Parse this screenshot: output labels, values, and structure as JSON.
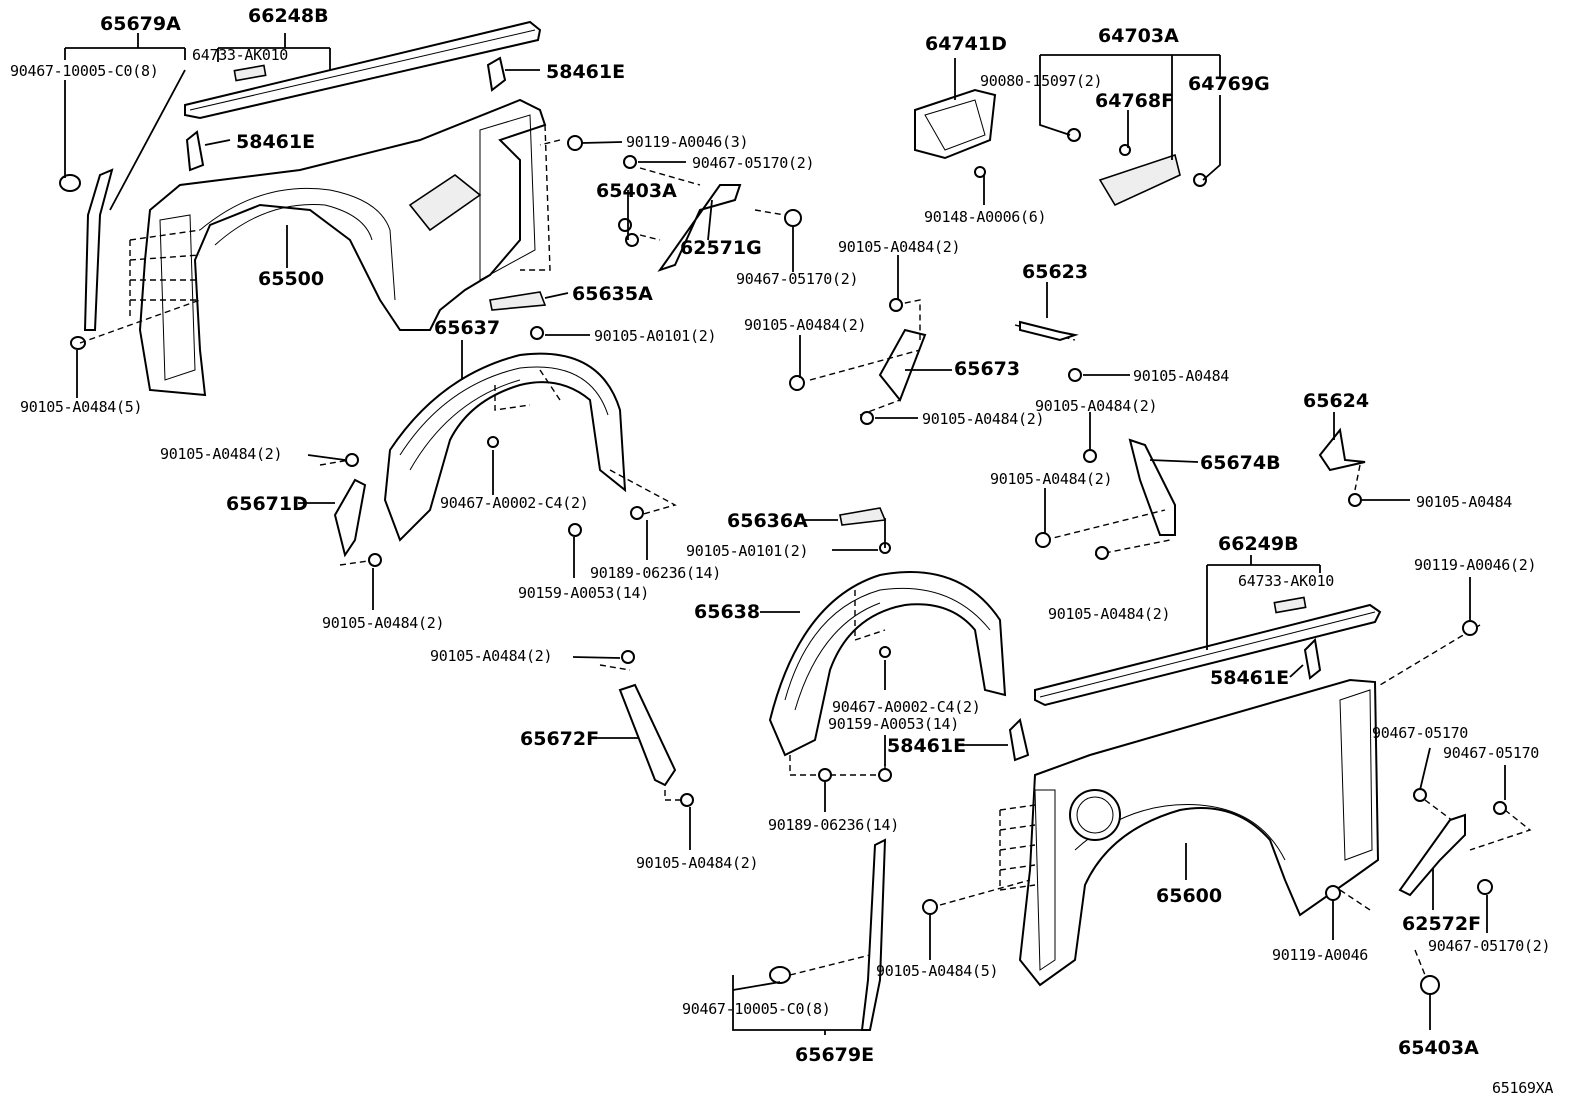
{
  "diagram_id": "65169XA",
  "labels": {
    "p65679A": "65679A",
    "p90467_10005_top": "90467-10005-C0(8)",
    "p66248B": "66248B",
    "p64733_top": "64733-AK010",
    "p58461E_a": "58461E",
    "p58461E_b": "58461E",
    "p90119_3": "90119-A0046(3)",
    "p90467_05170_top": "90467-05170(2)",
    "p65403A_top": "65403A",
    "p62571G": "62571G",
    "p90467_05170_b": "90467-05170(2)",
    "p65500": "65500",
    "p90105_5_left": "90105-A0484(5)",
    "p64741D": "64741D",
    "p64703A": "64703A",
    "p90080": "90080-15097(2)",
    "p64768F": "64768F",
    "p64769G": "64769G",
    "p90148": "90148-A0006(6)",
    "p90105_2_a": "90105-A0484(2)",
    "p65623": "65623",
    "p90105_2_b": "90105-A0484(2)",
    "p65673": "65673",
    "p90105_single_a": "90105-A0484",
    "p90105_2_c": "90105-A0484(2)",
    "p65635A": "65635A",
    "p65637": "65637",
    "p90105_0101_a": "90105-A0101(2)",
    "p90105_2_d": "90105-A0484(2)",
    "p65624": "65624",
    "p65674B": "65674B",
    "p90105_2_e": "90105-A0484(2)",
    "p90105_single_b": "90105-A0484",
    "p90105_2_left": "90105-A0484(2)",
    "p65671D": "65671D",
    "p90467_A0002_a": "90467-A0002-C4(2)",
    "p90189_a": "90189-06236(14)",
    "p90159_a": "90159-A0053(14)",
    "p90105_2_f": "90105-A0484(2)",
    "p65636A": "65636A",
    "p90105_0101_b": "90105-A0101(2)",
    "p66249B": "66249B",
    "p64733_bottom": "64733-AK010",
    "p90119_2": "90119-A0046(2)",
    "p90105_2_g": "90105-A0484(2)",
    "p65638": "65638",
    "p90105_2_h": "90105-A0484(2)",
    "p58461E_c": "58461E",
    "p65672F": "65672F",
    "p90467_A0002_b": "90467-A0002-C4(2)",
    "p90159_b": "90159-A0053(14)",
    "p58461E_d": "58461E",
    "p90467_05170_r1": "90467-05170",
    "p90467_05170_r2": "90467-05170",
    "p90189_b": "90189-06236(14)",
    "p90105_2_i": "90105-A0484(2)",
    "p65600": "65600",
    "p62572F": "62572F",
    "p90119_single": "90119-A0046",
    "p90467_05170_r3": "90467-05170(2)",
    "p90105_5_right": "90105-A0484(5)",
    "p90467_10005_bottom": "90467-10005-C0(8)",
    "p65403A_bottom": "65403A",
    "p65679E": "65679E"
  }
}
